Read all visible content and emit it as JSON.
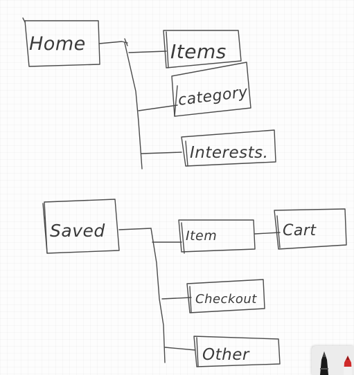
{
  "diagram": {
    "tree1": {
      "root": "Home",
      "children": [
        "Items",
        "category",
        "Interests."
      ]
    },
    "tree2": {
      "root": "Saved",
      "children": [
        "Item",
        "Checkout",
        "Other"
      ],
      "grandchild": "Cart"
    }
  },
  "tools": {
    "pens": [
      "black-marker-icon",
      "red-marker-icon"
    ],
    "colors": {
      "ink": "#3a3a3a",
      "marker_red": "#d02a2a",
      "marker_black": "#111111"
    }
  }
}
